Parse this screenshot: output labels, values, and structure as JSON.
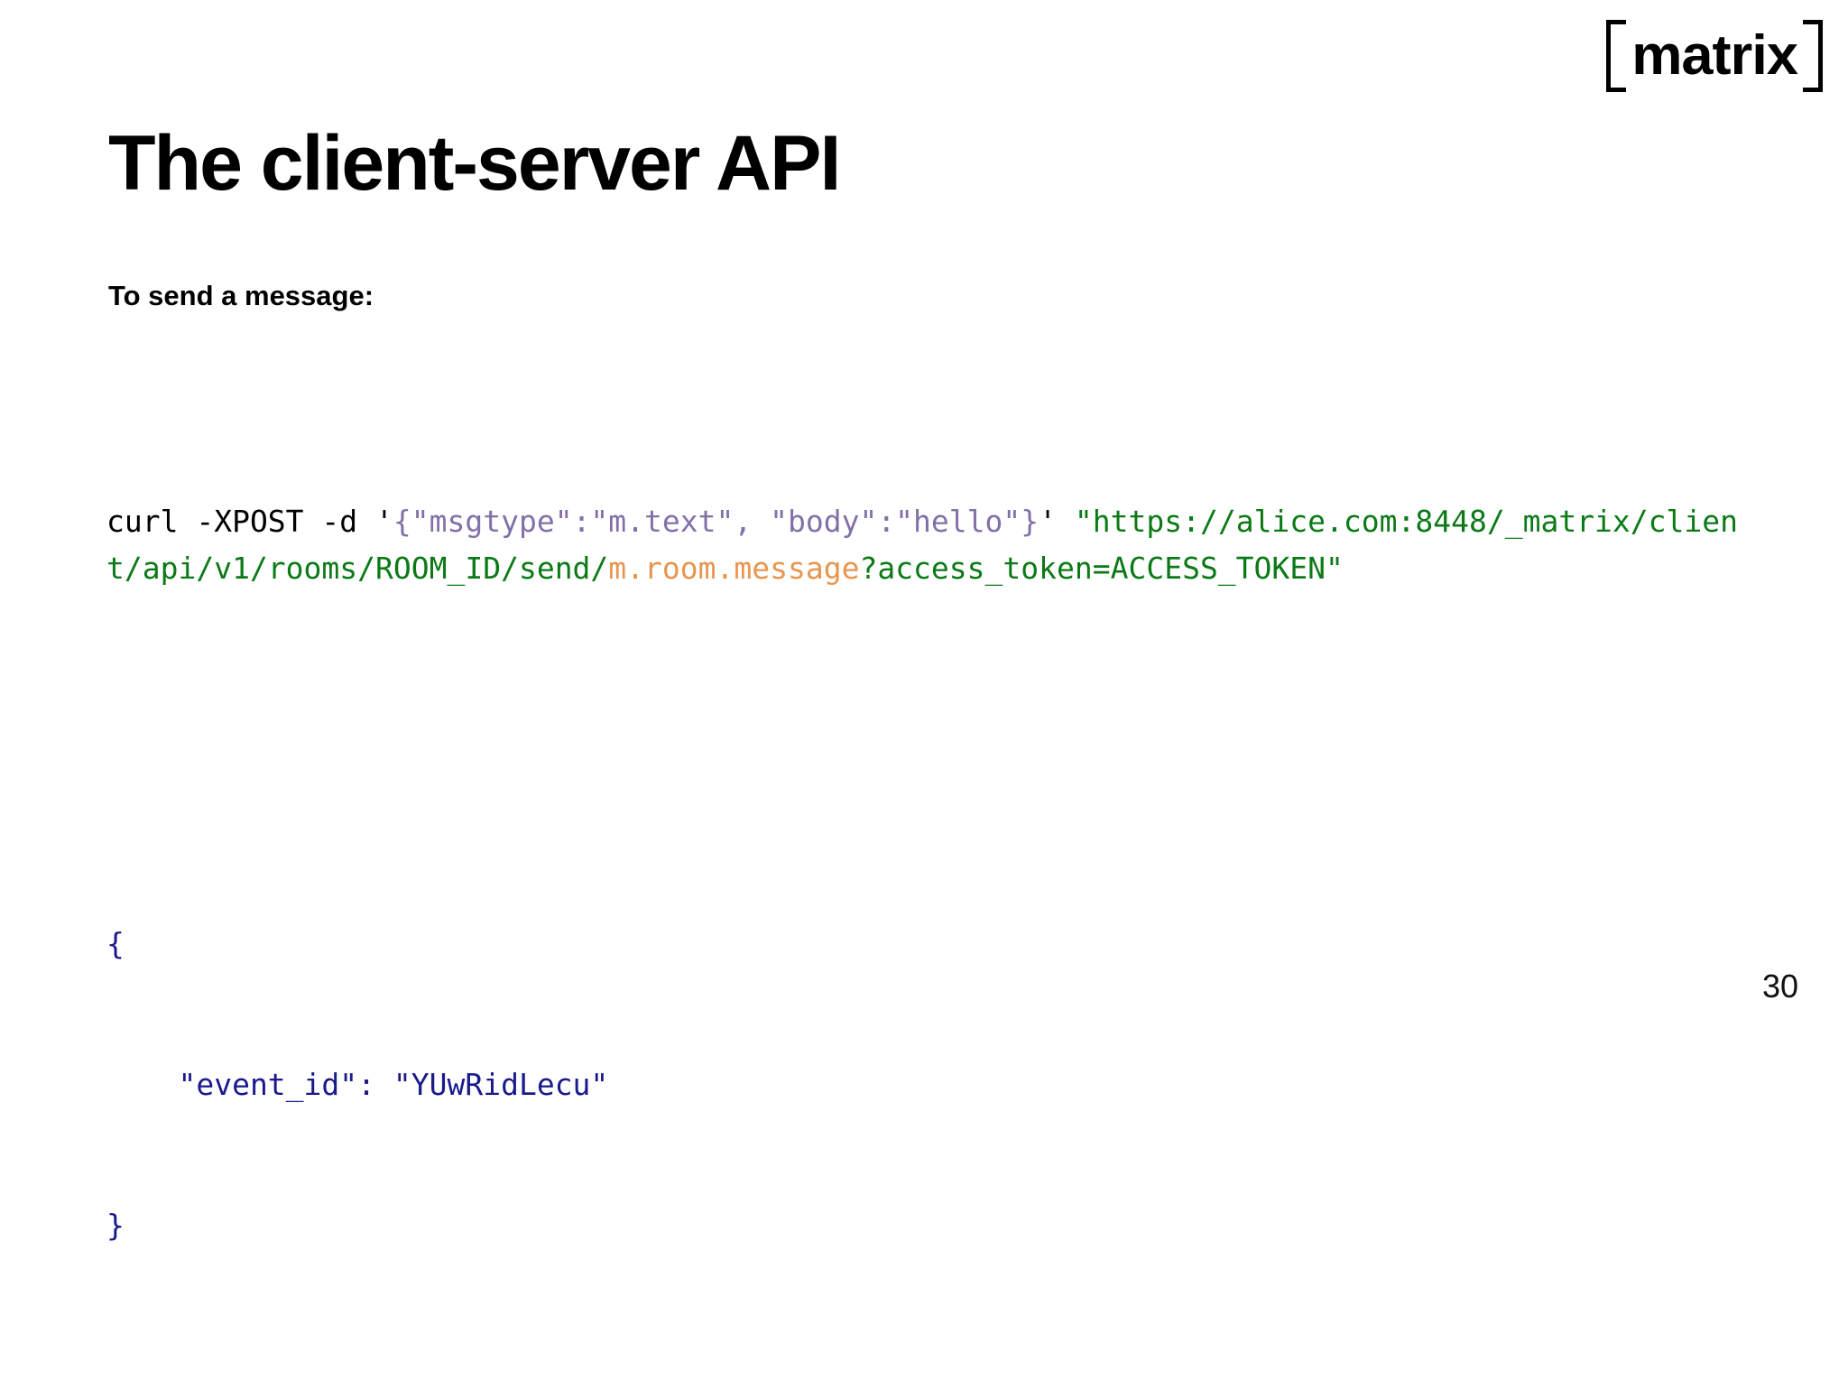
{
  "slide": {
    "title": "The client-server API",
    "subtitle": "To send a message:",
    "page_number": "30",
    "background_color": "#ffffff"
  },
  "logo": {
    "word": "matrix",
    "bracket_left": "[",
    "bracket_right": "]",
    "color": "#000000"
  },
  "palette": {
    "plain": "#000000",
    "purple": "#8370a8",
    "green": "#0b7a16",
    "orange": "#e8954f",
    "navy": "#1a1a8c"
  },
  "code": {
    "request": {
      "prefix": "curl -XPOST -d '",
      "json_payload": "{\"msgtype\":\"m.text\", \"body\":\"hello\"}",
      "quote_close": "' ",
      "url_base": "\"https://alice.com:8448/_matrix/client/api/v1/rooms/ROOM_ID/send/",
      "event_type": "m.room.message",
      "url_query": "?access_token=ACCESS_TOKEN\""
    },
    "response": {
      "open_brace": "{",
      "field_line": "    \"event_id\": \"YUwRidLecu\"",
      "close_brace": "}"
    }
  }
}
